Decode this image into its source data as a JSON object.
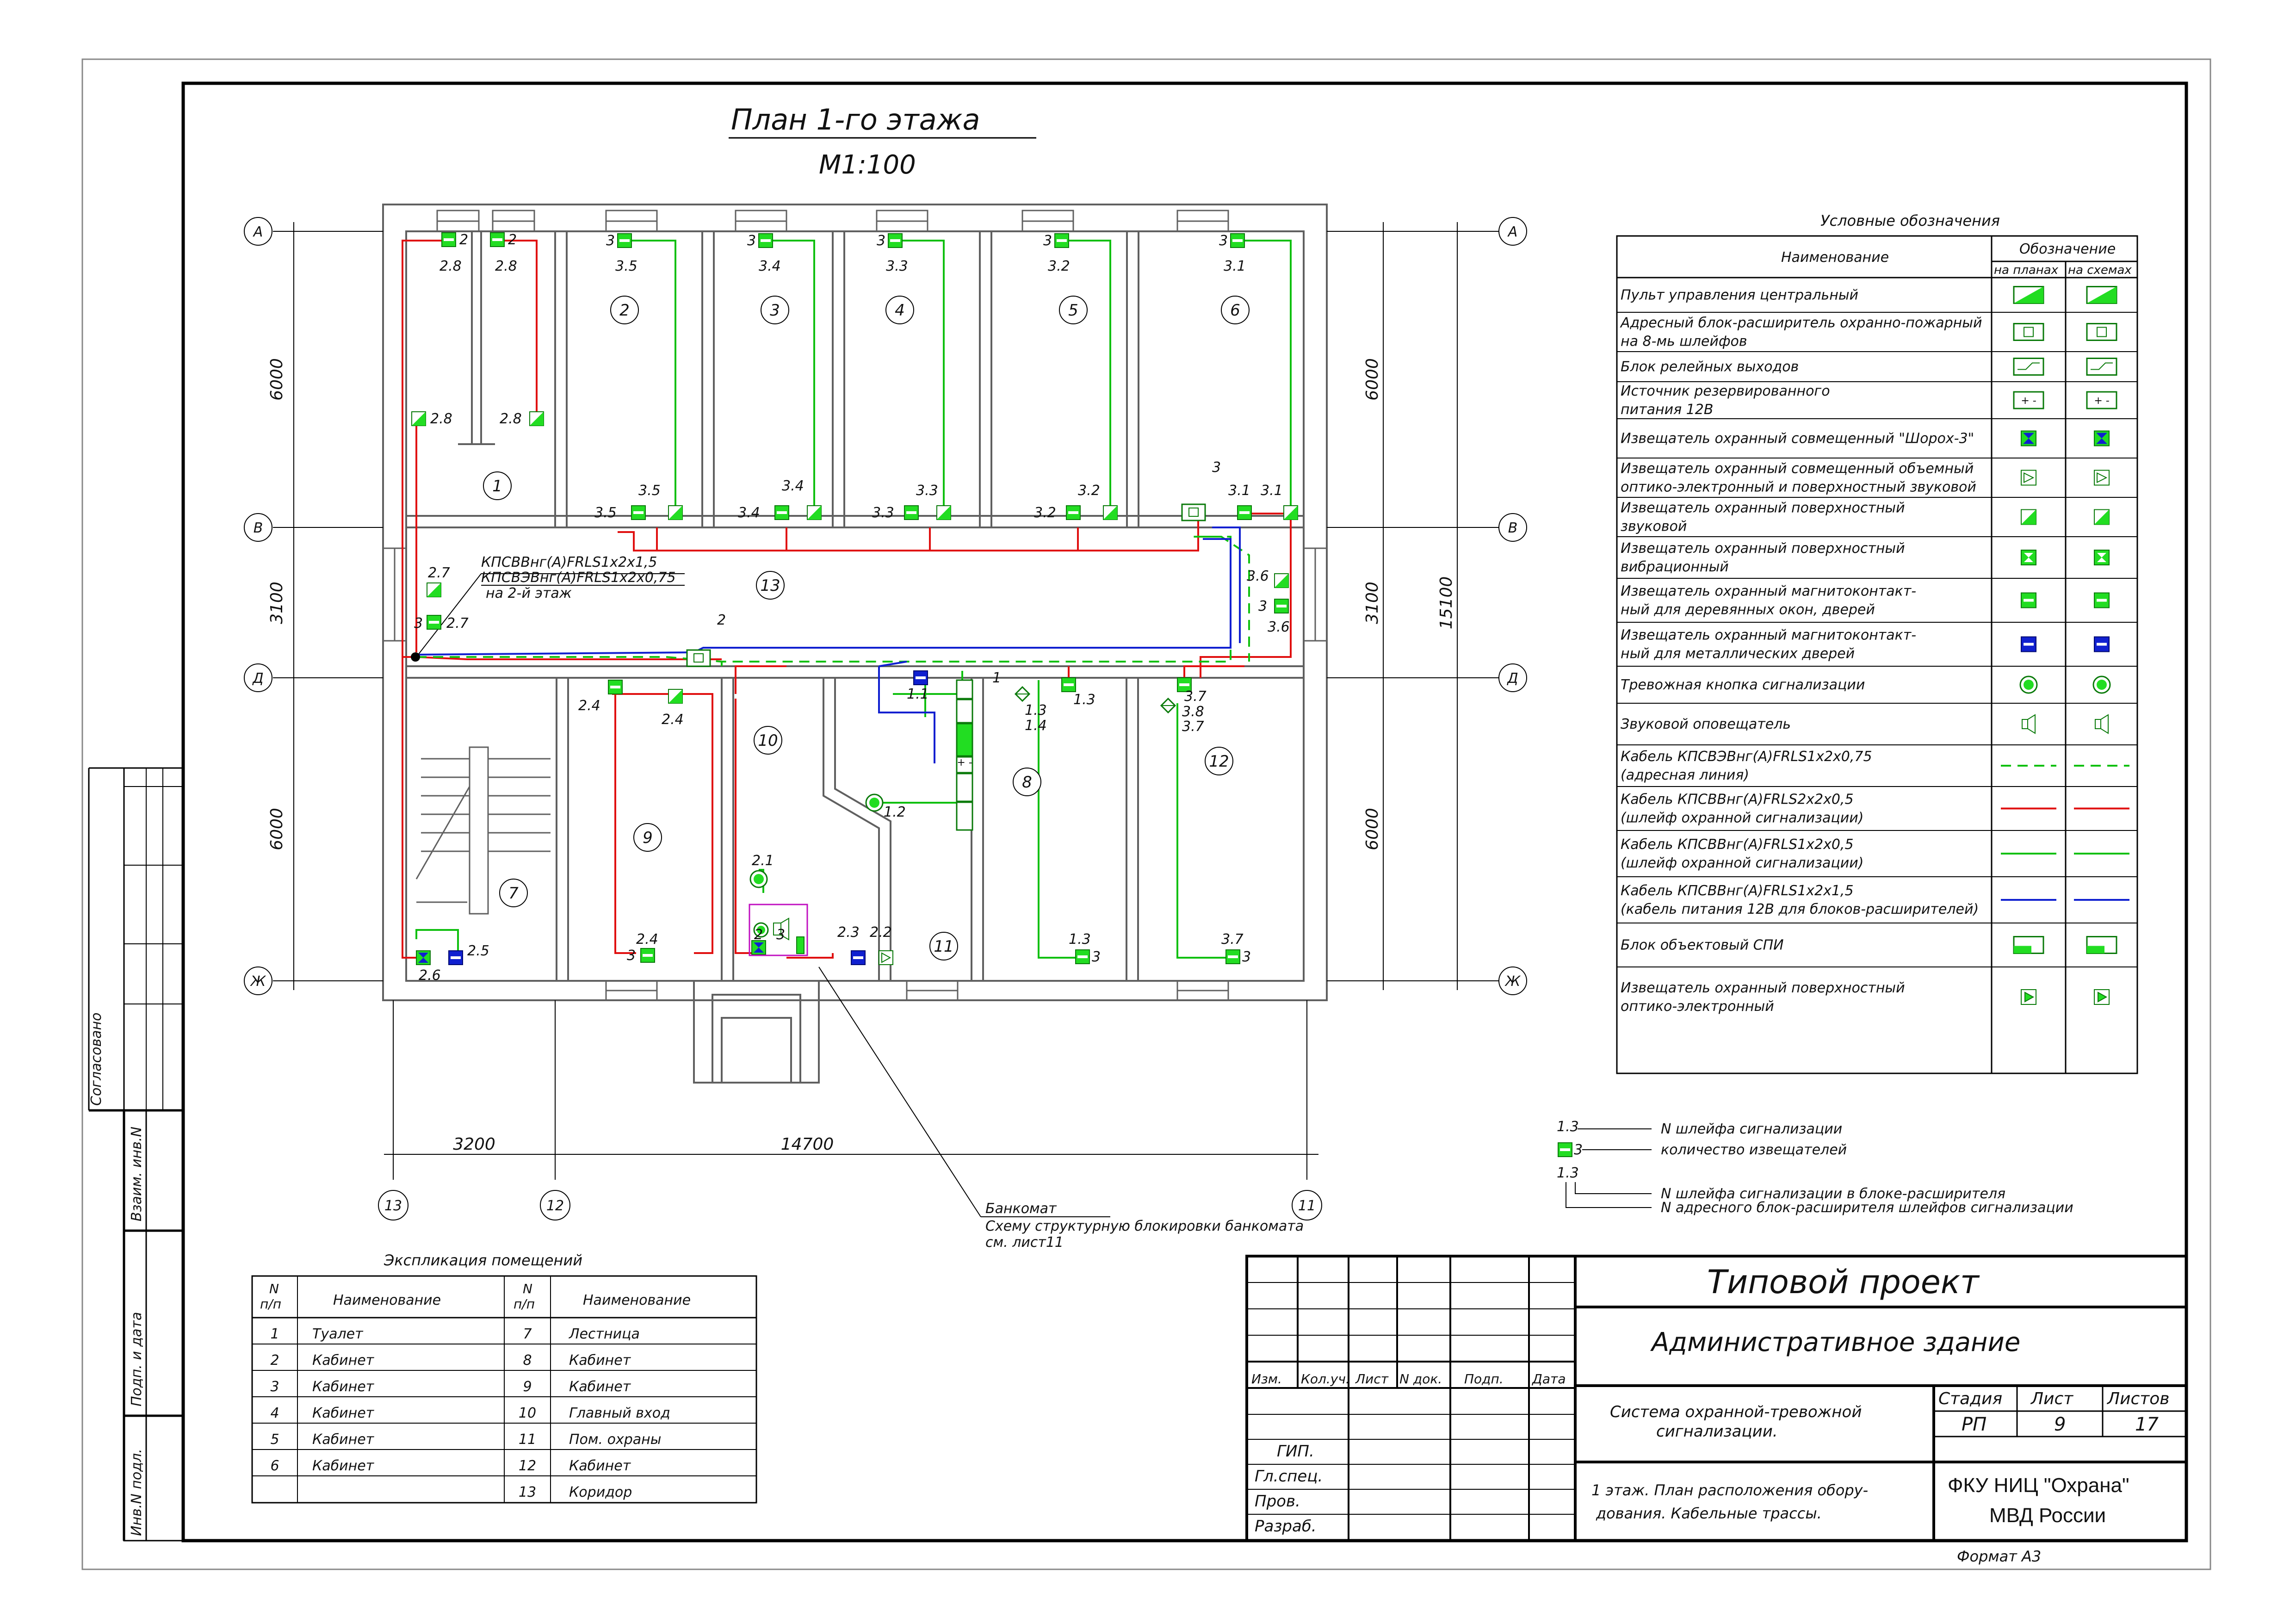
{
  "plan": {
    "title": "План 1-го этажа",
    "scale": "М1:100"
  },
  "axes": {
    "rows": [
      "А",
      "В",
      "Д",
      "Ж"
    ],
    "cols": [
      "13",
      "12",
      "11"
    ]
  },
  "dimensions": {
    "left": [
      "6000",
      "3100",
      "6000"
    ],
    "right": [
      "6000",
      "3100",
      "6000"
    ],
    "total_right": "15100",
    "bottom": [
      "3200",
      "14700"
    ]
  },
  "room_numbers": [
    "1",
    "2",
    "3",
    "4",
    "5",
    "6",
    "7",
    "8",
    "9",
    "10",
    "11",
    "12",
    "13"
  ],
  "device_labels": {
    "room1": [
      "2.8",
      "2.8",
      "2.8",
      "2.8",
      "2",
      "2"
    ],
    "room2": [
      "3",
      "3.5",
      "3.5",
      "3.5"
    ],
    "room3": [
      "3",
      "3.4",
      "3.4",
      "3.4"
    ],
    "room4": [
      "3",
      "3.3",
      "3.3",
      "3.3"
    ],
    "room5": [
      "3",
      "3.2",
      "3.2",
      "3.2"
    ],
    "room6": [
      "3",
      "3.1",
      "3.1",
      "3.1",
      "3"
    ],
    "corridor": [
      "2.7",
      "2.7",
      "3",
      "3.6",
      "3",
      "3.6",
      "2"
    ],
    "room9": [
      "2.4",
      "2.4",
      "2.4",
      "3"
    ],
    "room10": [
      "2.1",
      "2.3",
      "2.2",
      "2",
      "3"
    ],
    "room7": [
      "2.5",
      "2.6"
    ],
    "room8": [
      "1",
      "1.1",
      "1.3",
      "1.4",
      "1.3",
      "1.2",
      "1.3",
      "3"
    ],
    "room12": [
      "3.7",
      "3.8",
      "3.7",
      "3.7",
      "3"
    ]
  },
  "cable_note": {
    "line1": "КПСВВнг(А)FRLS1х2х1,5",
    "line2": "КПСВЭВнг(А)FRLS1х2х0,75",
    "line3": "на 2-й этаж"
  },
  "atm_note": {
    "line1": "Банкомат",
    "line2": "Схему структурную блокировки банкомата",
    "line3": "см. лист11"
  },
  "legend": {
    "title": "Условные обозначения",
    "header_name": "Наименование",
    "header_designation": "Обозначение",
    "header_on_plans": "на планах",
    "header_on_schemes": "на схемах",
    "rows": [
      {
        "name": [
          "Пульт управления центральный"
        ],
        "symbol": "panel-icon"
      },
      {
        "name": [
          "Адресный блок-расширитель охранно-пожарный",
          "на 8-мь шлейфов"
        ],
        "symbol": "expander-icon"
      },
      {
        "name": [
          "Блок релейных выходов"
        ],
        "symbol": "relay-icon"
      },
      {
        "name": [
          "Источник резервированного",
          "питания 12В"
        ],
        "symbol": "power-icon"
      },
      {
        "name": [
          "Извещатель охранный совмещенный \"Шорох-3\""
        ],
        "symbol": "shoroh-icon"
      },
      {
        "name": [
          "Извещатель охранный совмещенный объемный",
          "оптико-электронный и поверхностный звуковой"
        ],
        "symbol": "combined-icon"
      },
      {
        "name": [
          "Извещатель охранный поверхностный",
          "звуковой"
        ],
        "symbol": "glass-break-icon"
      },
      {
        "name": [
          "Извещатель охранный поверхностный",
          "вибрационный"
        ],
        "symbol": "vibration-icon"
      },
      {
        "name": [
          "Извещатель охранный магнитоконтакт-",
          "ный для деревянных окон, дверей"
        ],
        "symbol": "magnet-wood-icon"
      },
      {
        "name": [
          "Извещатель охранный магнитоконтакт-",
          "ный для металлических дверей"
        ],
        "symbol": "magnet-metal-icon"
      },
      {
        "name": [
          "Тревожная кнопка сигнализации"
        ],
        "symbol": "alarm-button-icon"
      },
      {
        "name": [
          "Звуковой оповещатель"
        ],
        "symbol": "sounder-icon"
      },
      {
        "name": [
          "Кабель КПСВЭВнг(А)FRLS1х2х0,75",
          "(адресная линия)"
        ],
        "symbol": "green-dashed-line"
      },
      {
        "name": [
          "Кабель КПСВВнг(А)FRLS2х2х0,5",
          "(шлейф охранной сигнализации)"
        ],
        "symbol": "red-line"
      },
      {
        "name": [
          "Кабель КПСВВнг(А)FRLS1х2х0,5",
          "(шлейф охранной сигнализации)"
        ],
        "symbol": "green-line"
      },
      {
        "name": [
          "Кабель КПСВВнг(А)FRLS1х2х1,5",
          "(кабель питания 12В для блоков-расширителей)"
        ],
        "symbol": "blue-line"
      },
      {
        "name": [
          "Блок объектовый СПИ"
        ],
        "symbol": "spi-icon"
      },
      {
        "name": [
          "Извещатель охранный поверхностный",
          "оптико-электронный"
        ],
        "symbol": "optical-icon"
      }
    ]
  },
  "loop_note": {
    "sample_a": "1.3",
    "a_text": "N шлейфа сигнализации",
    "sample_b": "3",
    "b_text": "количество извещателей",
    "sample_c": "1.3",
    "c_text1": "N шлейфа сигнализации в блоке-расширителя",
    "c_text2": "N адресного блок-расширителя шлейфов сигнализации"
  },
  "explication": {
    "title": "Экспликация помещений",
    "header_n": [
      "N",
      "п/п"
    ],
    "header_name": "Наименование",
    "left": [
      {
        "n": "1",
        "name": "Туалет"
      },
      {
        "n": "2",
        "name": "Кабинет"
      },
      {
        "n": "3",
        "name": "Кабинет"
      },
      {
        "n": "4",
        "name": "Кабинет"
      },
      {
        "n": "5",
        "name": "Кабинет"
      },
      {
        "n": "6",
        "name": "Кабинет"
      }
    ],
    "right": [
      {
        "n": "7",
        "name": "Лестница"
      },
      {
        "n": "8",
        "name": "Кабинет"
      },
      {
        "n": "9",
        "name": "Кабинет"
      },
      {
        "n": "10",
        "name": "Главный вход"
      },
      {
        "n": "11",
        "name": "Пом. охраны"
      },
      {
        "n": "12",
        "name": "Кабинет"
      },
      {
        "n": "13",
        "name": "Коридор"
      }
    ]
  },
  "title_block": {
    "project": "Типовой проект",
    "building": "Административное здание",
    "system": [
      "Система охранной-тревожной",
      "сигнализации."
    ],
    "sheet_desc": [
      "1 этаж. План расположения обору-",
      "дования. Кабельные трассы."
    ],
    "org": [
      "ФКУ НИЦ \"Охрана\"",
      "МВД России"
    ],
    "col_headers": [
      "Изм.",
      "Кол.уч.",
      "Лист",
      "N док.",
      "Подп.",
      "Дата"
    ],
    "roles": [
      "ГИП.",
      "Гл.спец.",
      "Пров.",
      "Разраб."
    ],
    "stage_label": "Стадия",
    "sheet_label": "Лист",
    "sheets_label": "Листов",
    "stage": "РП",
    "sheet": "9",
    "sheets": "17",
    "format": "Формат А3"
  },
  "side_stamps": [
    "Согласовано",
    "Взаим. инв.N",
    "Подп. и дата",
    "Инв.N подл."
  ],
  "colors": {
    "red": "#e01010",
    "green": "#10c010",
    "blue": "#1020d0",
    "device_fill": "#22dd22",
    "wall": "#606060"
  }
}
